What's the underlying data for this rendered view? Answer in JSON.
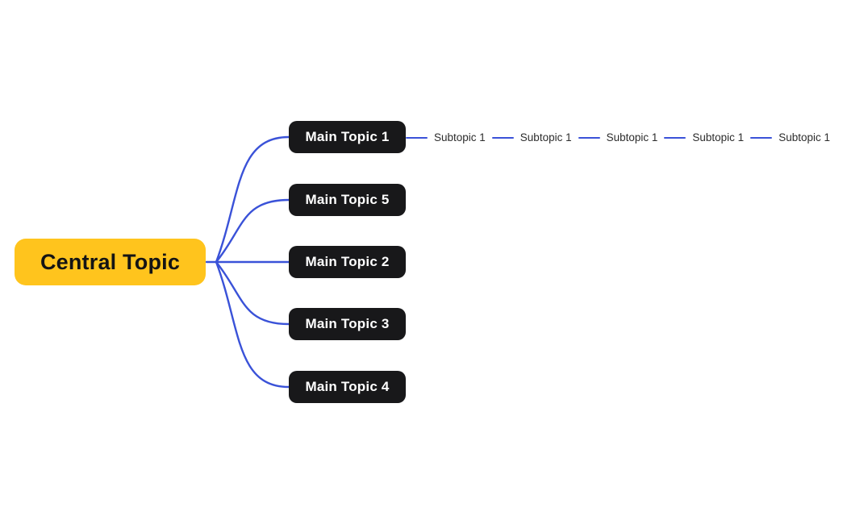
{
  "colors": {
    "accent_blue": "#3A52D8",
    "central_bg": "#FFC41D",
    "central_text": "#141414",
    "main_bg": "#18181A",
    "main_text": "#FFFFFF",
    "subtopic_text": "#2D2D2D",
    "canvas_bg": "#FFFFFF"
  },
  "central": {
    "label": "Central Topic"
  },
  "main_topics": [
    {
      "label": "Main Topic 1"
    },
    {
      "label": "Main Topic 5"
    },
    {
      "label": "Main Topic 2"
    },
    {
      "label": "Main Topic 3"
    },
    {
      "label": "Main Topic 4"
    }
  ],
  "subtopics": [
    {
      "label": "Subtopic 1"
    },
    {
      "label": "Subtopic 1"
    },
    {
      "label": "Subtopic 1"
    },
    {
      "label": "Subtopic 1"
    },
    {
      "label": "Subtopic 1"
    }
  ]
}
